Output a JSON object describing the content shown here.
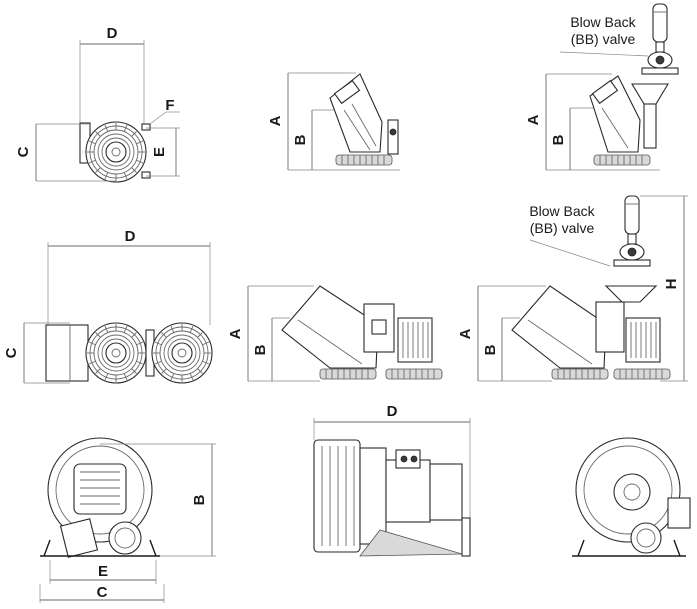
{
  "labels": {
    "a": "A",
    "b": "B",
    "c": "C",
    "d": "D",
    "e": "E",
    "f": "F",
    "h": "H"
  },
  "valve_label": [
    "Blow Back",
    "(BB) valve"
  ]
}
